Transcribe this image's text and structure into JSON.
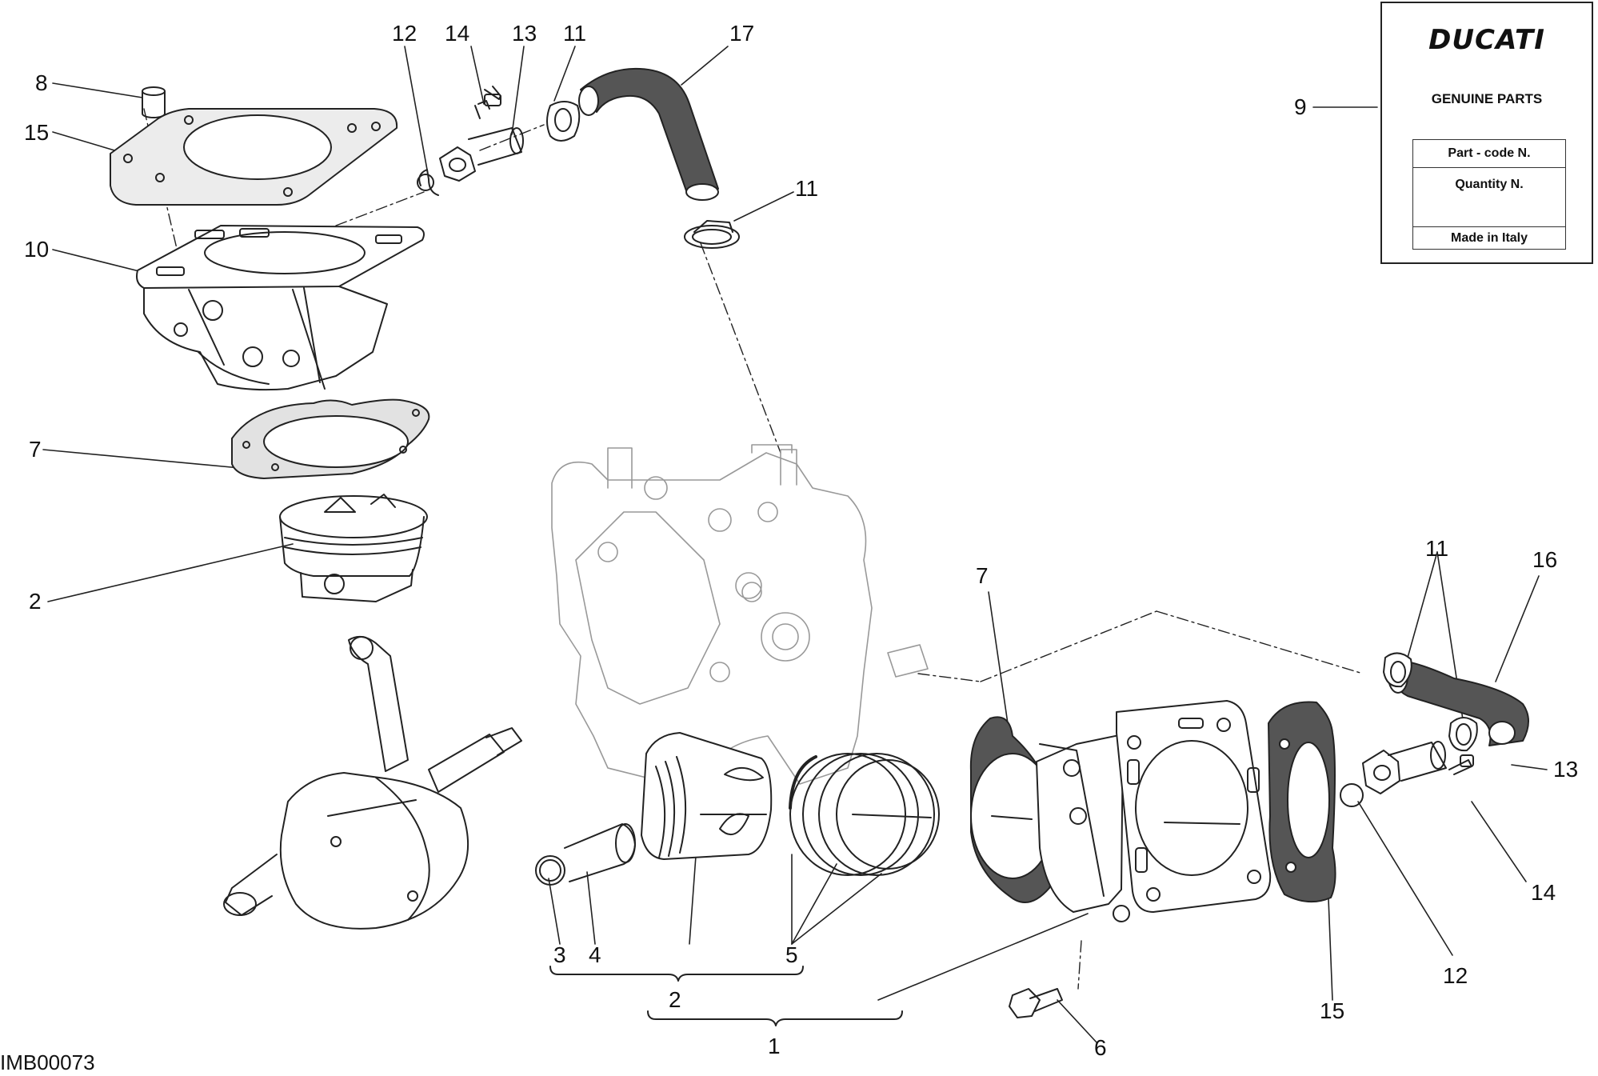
{
  "callouts": [
    {
      "id": "c8",
      "text": "8"
    },
    {
      "id": "c15a",
      "text": "15"
    },
    {
      "id": "c10",
      "text": "10"
    },
    {
      "id": "c7a",
      "text": "7"
    },
    {
      "id": "c2a",
      "text": "2"
    },
    {
      "id": "c12a",
      "text": "12"
    },
    {
      "id": "c14a",
      "text": "14"
    },
    {
      "id": "c13a",
      "text": "13"
    },
    {
      "id": "c11a",
      "text": "11"
    },
    {
      "id": "c17",
      "text": "17"
    },
    {
      "id": "c11b",
      "text": "11"
    },
    {
      "id": "c9",
      "text": "9"
    },
    {
      "id": "c7b",
      "text": "7"
    },
    {
      "id": "c11c",
      "text": "11"
    },
    {
      "id": "c16",
      "text": "16"
    },
    {
      "id": "c13b",
      "text": "13"
    },
    {
      "id": "c14b",
      "text": "14"
    },
    {
      "id": "c12b",
      "text": "12"
    },
    {
      "id": "c15b",
      "text": "15"
    },
    {
      "id": "c6",
      "text": "6"
    },
    {
      "id": "c3",
      "text": "3"
    },
    {
      "id": "c4",
      "text": "4"
    },
    {
      "id": "c5",
      "text": "5"
    },
    {
      "id": "c2b",
      "text": "2"
    },
    {
      "id": "c1",
      "text": "1"
    }
  ],
  "label": {
    "brand": "DUCATI",
    "title": "GENUINE PARTS",
    "rows": [
      "Part - code N.",
      "Quantity N.",
      "Made in Italy"
    ]
  },
  "ref_code": "IMB00073"
}
